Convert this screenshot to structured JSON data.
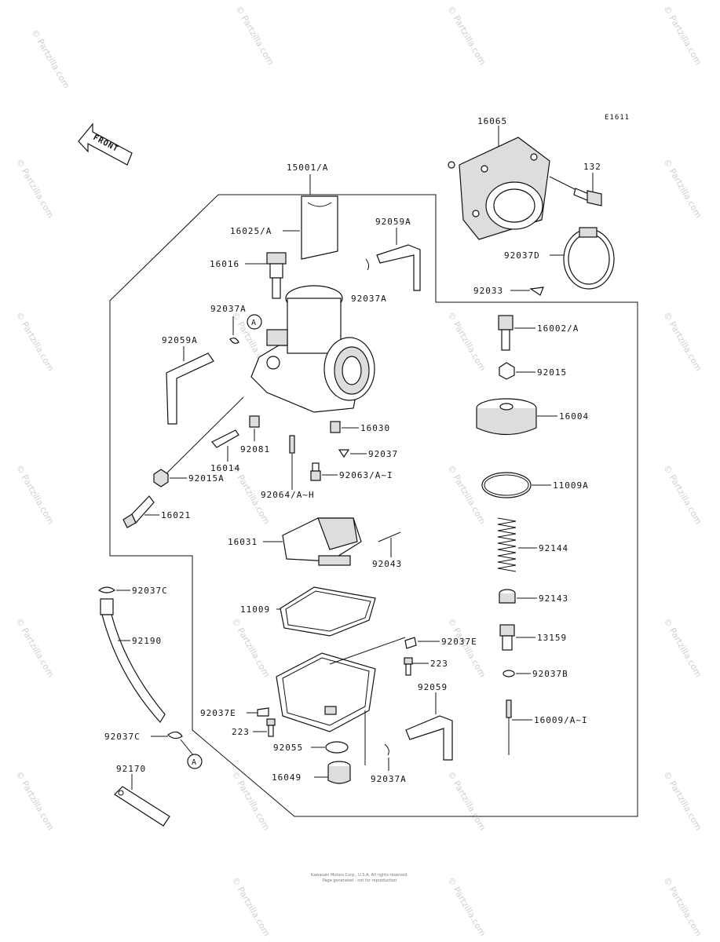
{
  "diagram": {
    "code": "E1611",
    "front_label": "FRONT",
    "callout_letter": "A",
    "parts": [
      {
        "id": "16065",
        "label": "16065"
      },
      {
        "id": "132",
        "label": "132"
      },
      {
        "id": "15001a",
        "label": "15001/A"
      },
      {
        "id": "16025a",
        "label": "16025/A"
      },
      {
        "id": "92059a_top",
        "label": "92059A"
      },
      {
        "id": "16016",
        "label": "16016"
      },
      {
        "id": "92037a_top",
        "label": "92037A"
      },
      {
        "id": "92037d",
        "label": "92037D"
      },
      {
        "id": "92033",
        "label": "92033"
      },
      {
        "id": "92037a_left",
        "label": "92037A"
      },
      {
        "id": "16002a",
        "label": "16002/A"
      },
      {
        "id": "92059a_left",
        "label": "92059A"
      },
      {
        "id": "92015",
        "label": "92015"
      },
      {
        "id": "16004",
        "label": "16004"
      },
      {
        "id": "16030",
        "label": "16030"
      },
      {
        "id": "92081",
        "label": "92081"
      },
      {
        "id": "92037",
        "label": "92037"
      },
      {
        "id": "16014",
        "label": "16014"
      },
      {
        "id": "92063",
        "label": "92063/A~I"
      },
      {
        "id": "92015a",
        "label": "92015A"
      },
      {
        "id": "11009a",
        "label": "11009A"
      },
      {
        "id": "92064",
        "label": "92064/A~H"
      },
      {
        "id": "16021",
        "label": "16021"
      },
      {
        "id": "16031",
        "label": "16031"
      },
      {
        "id": "92144",
        "label": "92144"
      },
      {
        "id": "92043",
        "label": "92043"
      },
      {
        "id": "92037c_top",
        "label": "92037C"
      },
      {
        "id": "92143",
        "label": "92143"
      },
      {
        "id": "11009",
        "label": "11009"
      },
      {
        "id": "92190",
        "label": "92190"
      },
      {
        "id": "92037e_right",
        "label": "92037E"
      },
      {
        "id": "13159",
        "label": "13159"
      },
      {
        "id": "223_right",
        "label": "223"
      },
      {
        "id": "92037b",
        "label": "92037B"
      },
      {
        "id": "92059",
        "label": "92059"
      },
      {
        "id": "92037e_left",
        "label": "92037E"
      },
      {
        "id": "16009",
        "label": "16009/A~I"
      },
      {
        "id": "223_left",
        "label": "223"
      },
      {
        "id": "92037c_bottom",
        "label": "92037C"
      },
      {
        "id": "92055",
        "label": "92055"
      },
      {
        "id": "92170",
        "label": "92170"
      },
      {
        "id": "16049",
        "label": "16049"
      },
      {
        "id": "92037a_bottom",
        "label": "92037A"
      }
    ],
    "watermark": "© Partzilla.com",
    "copyright_line1": "Kawasaki Motors Corp., U.S.A. All rights reserved.",
    "copyright_line2": "Page generated - not for reproduction"
  }
}
